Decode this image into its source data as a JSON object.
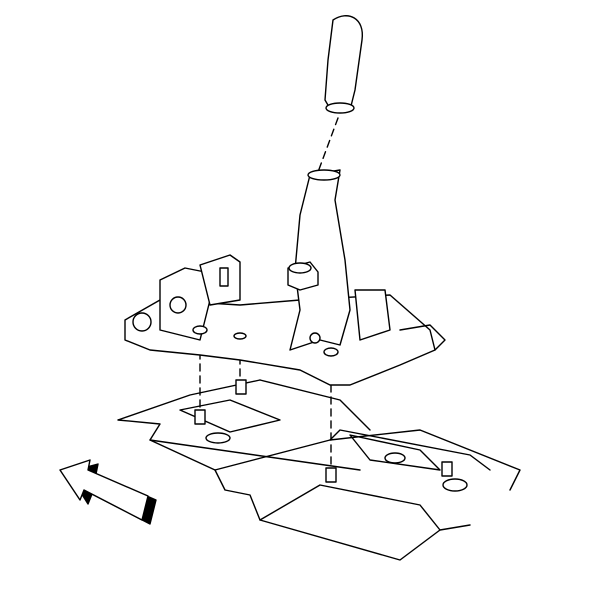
{
  "diagram": {
    "type": "exploded-view line drawing",
    "components": [
      "shift-knob",
      "shift-lever-boot",
      "shifter-bracket-assembly",
      "mounting-nuts",
      "mounting-studs",
      "floor-panel"
    ],
    "direction_arrow": "front-of-vehicle",
    "colors": {
      "line": "#000000",
      "background": "#ffffff"
    }
  }
}
